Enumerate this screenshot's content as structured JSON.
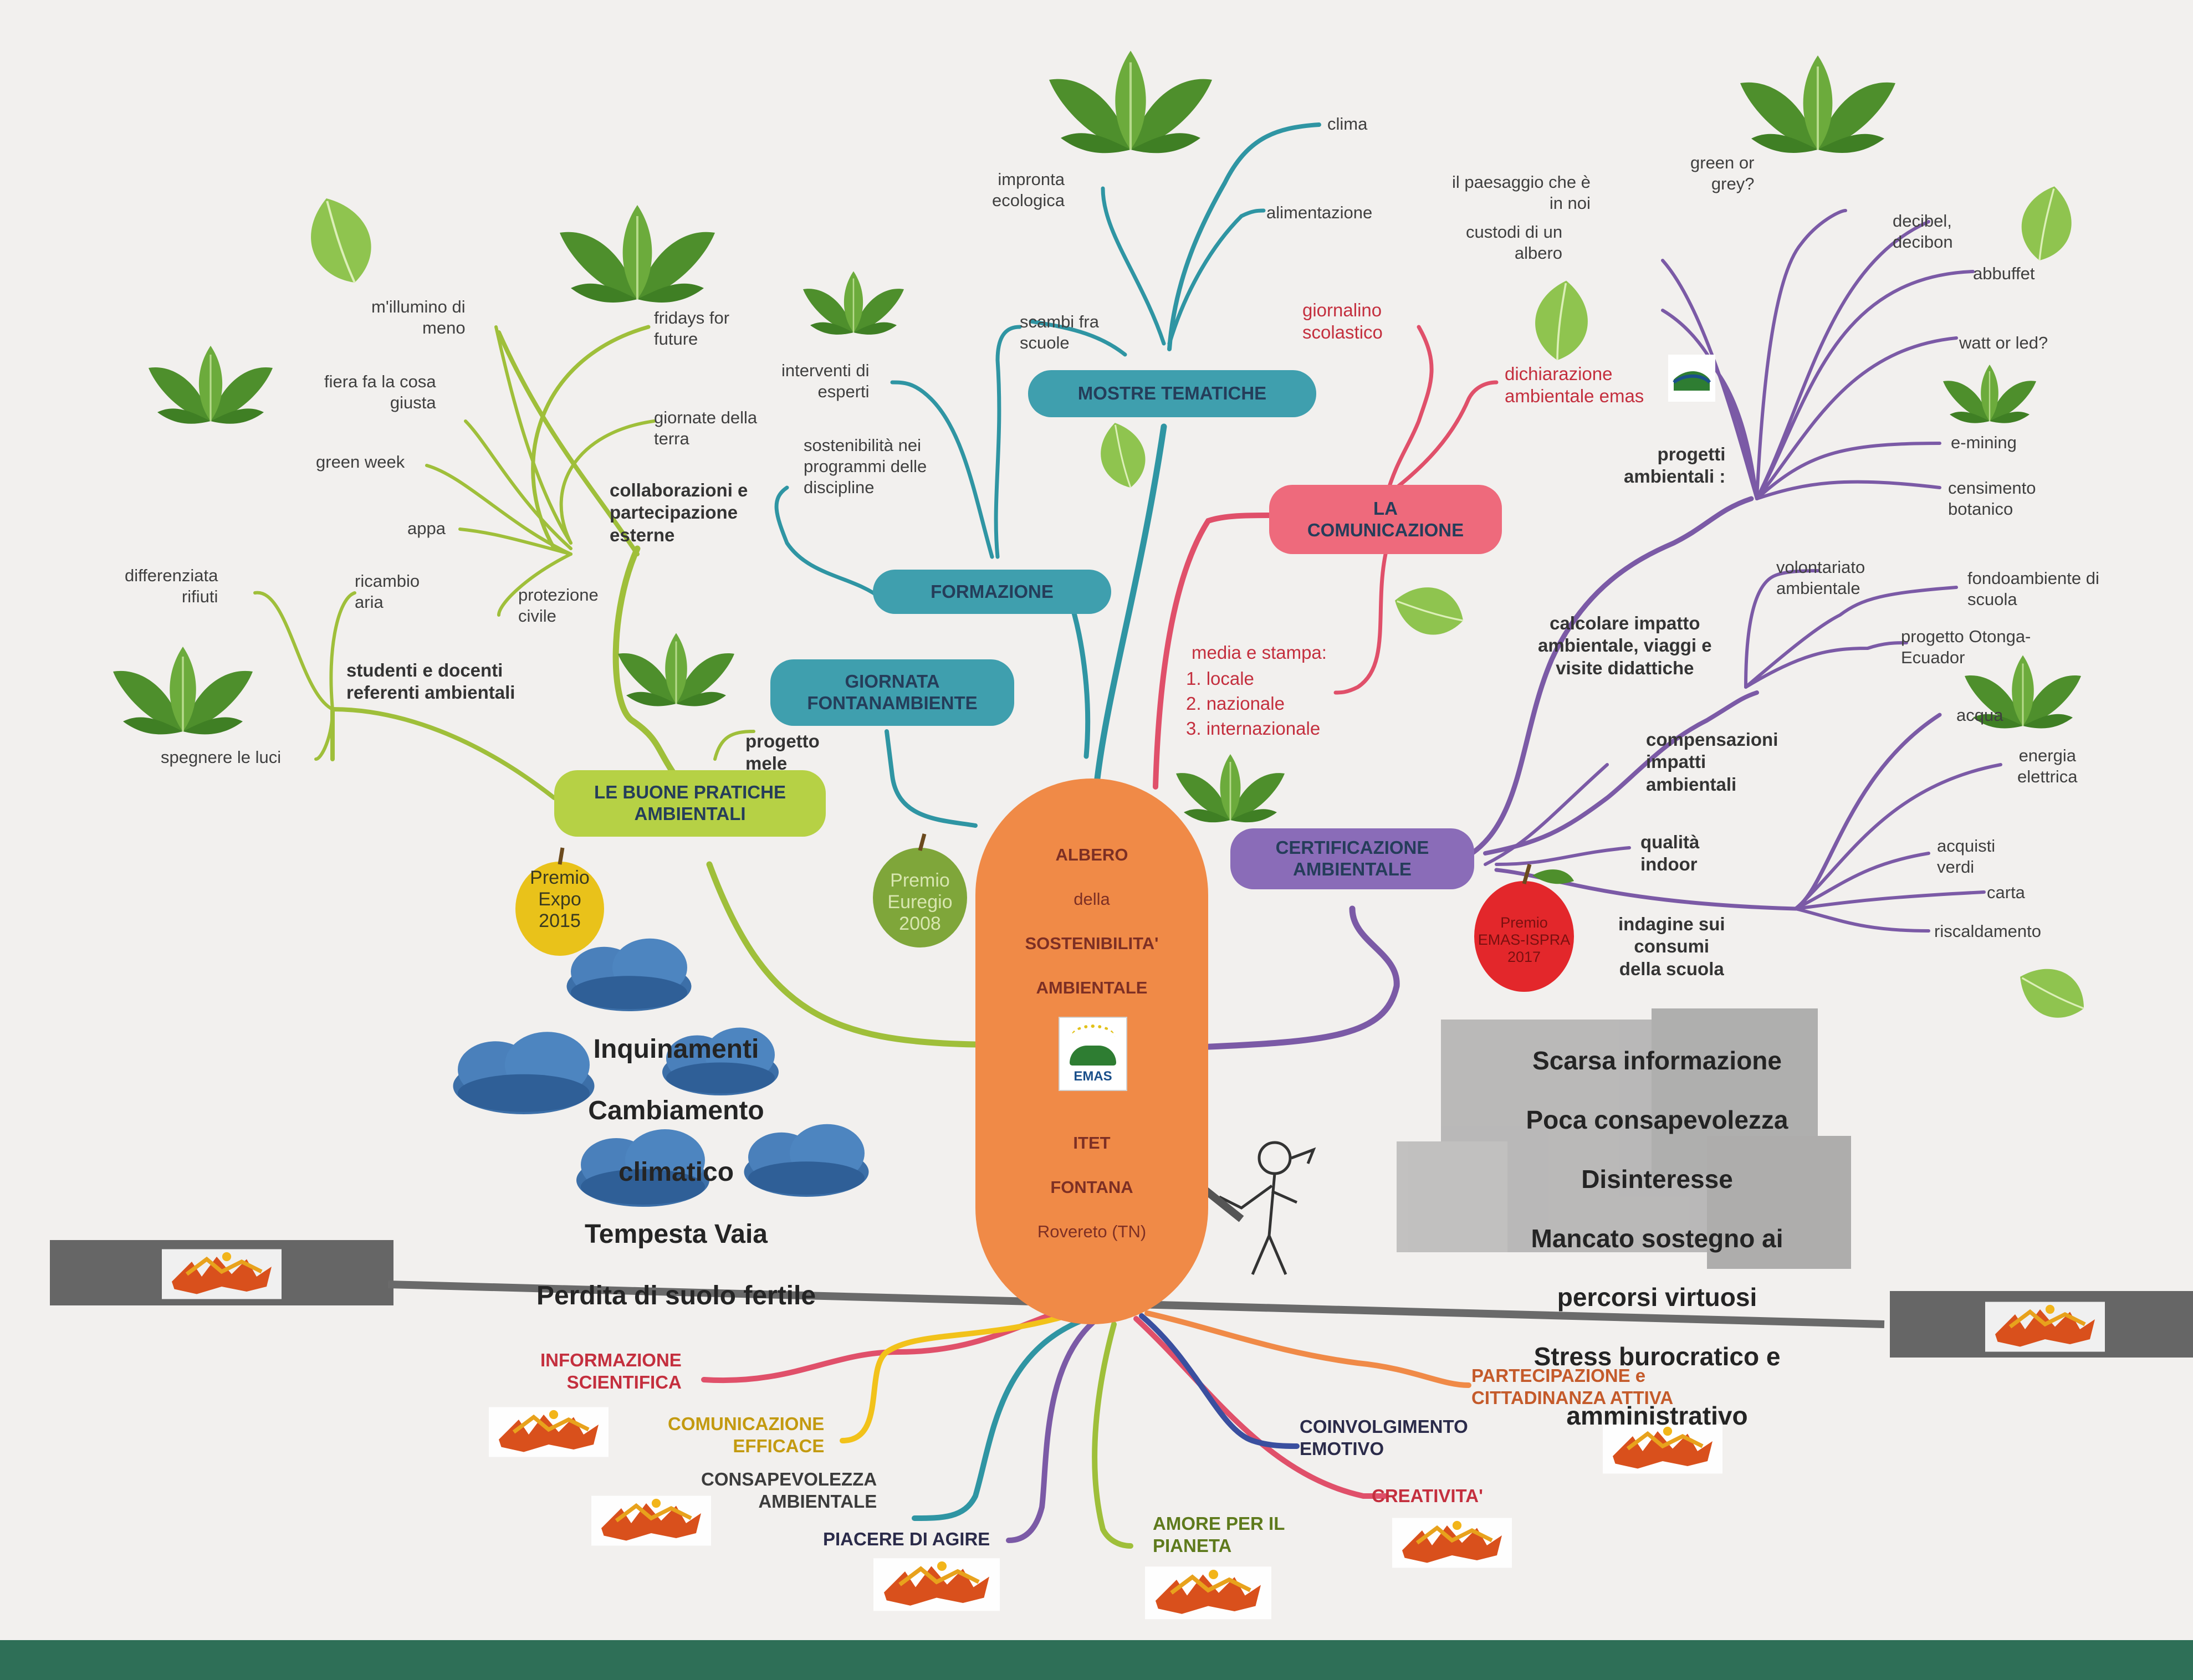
{
  "colors": {
    "green_branch": "#9fbf3a",
    "teal_branch": "#2f95a3",
    "pink_branch": "#e0506a",
    "purple_branch": "#7b5aa6",
    "trunk": "#f08a47",
    "green_pill": "#b6d145",
    "teal_pill": "#3f9fae",
    "pink_pill": "#ee6a7c",
    "purple_pill": "#8a6cb8"
  },
  "icons": {
    "leaf": "leaf-icon",
    "emas": "emas-logo-icon",
    "cloud": "cloud-icon",
    "apple": "apple-icon",
    "maple_leaves": "maple-leaves-icon",
    "lumberjack": "lumberjack-chainsaw-icon"
  },
  "trunk": {
    "line1": "ALBERO",
    "line2": "della",
    "line3": "SOSTENIBILITA'",
    "line4": "AMBIENTALE",
    "emas_label": "EMAS",
    "line5": "ITET",
    "line6": "FONTANA",
    "line7": "Rovereto (TN)"
  },
  "branches": {
    "mostre": {
      "title": "MOSTRE TEMATICHE",
      "items": [
        "clima",
        "impronta\necologica",
        "alimentazione",
        "scambi fra\nscuole"
      ]
    },
    "formazione": {
      "title": "FORMAZIONE",
      "items": [
        "interventi di\nesperti",
        "sostenibilità nei\nprogrammi delle\ndiscipline"
      ]
    },
    "giornata": {
      "title": "GIORNATA\nFONTANAMBIENTE"
    },
    "comunicazione": {
      "title": "LA\nCOMUNICAZIONE",
      "items": [
        "giornalino\nscolastico",
        "dichiarazione\nambientale emas"
      ],
      "media_title": "media e stampa:",
      "media_list": [
        "1.  locale",
        "2.  nazionale",
        "3.  internazionale"
      ]
    },
    "buone_pratiche": {
      "title": "LE BUONE PRATICHE\nAMBIENTALI",
      "items": [
        "m'illumino di\nmeno",
        "fridays for\nfuture",
        "fiera fa la cosa\ngiusta",
        "giornate della\nterra",
        "green week",
        "appa",
        "protezione\ncivile",
        "differenziata\nrifiuti",
        "ricambio\naria",
        "spegnere le luci",
        "progetto\nmele"
      ],
      "bold_items": [
        "collaborazioni e\npartecipazione\nesterne",
        "studenti e docenti\nreferenti ambientali"
      ]
    },
    "certificazione": {
      "title": "CERTIFICAZIONE\nAMBIENTALE",
      "bold_items": [
        "progetti\nambientali :",
        "calcolare impatto\nambientale, viaggi e\nvisite didattiche",
        "compensazioni\nimpatti\nambientali",
        "qualità\nindoor",
        "indagine sui\nconsumi\ndella scuola"
      ],
      "items": [
        "il paesaggio che è\nin noi",
        "green or\ngrey?",
        "custodi di un\nalbero",
        "decibel,\ndecibon",
        "abbuffet",
        "watt or led?",
        "e-mining",
        "censimento\nbotanico",
        "volontariato\nambientale",
        "fondoambiente di\nscuola",
        "progetto Otonga-\nEcuador",
        "acqua",
        "energia\nelettrica",
        "acquisti\nverdi",
        "carta",
        "riscaldamento"
      ]
    }
  },
  "awards": {
    "expo": "Premio\nExpo\n2015",
    "euregio": "Premio\nEuregio\n2008",
    "emas_ispra": "Premio\nEMAS-ISPRA\n2017"
  },
  "problems_left": [
    "Inquinamenti",
    "Cambiamento",
    "climatico",
    "Tempesta Vaia",
    "Perdita di suolo fertile"
  ],
  "problems_right": [
    "Scarsa informazione",
    "Poca consapevolezza",
    "Disinteresse",
    "Mancato sostegno ai",
    "percorsi virtuosi",
    "Stress burocratico e",
    "amministrativo"
  ],
  "roots": {
    "informazione": "INFORMAZIONE\nSCIENTIFICA",
    "comunicazione": "COMUNICAZIONE\nEFFICACE",
    "consapevolezza": "CONSAPEVOLEZZA\nAMBIENTALE",
    "piacere": "PIACERE DI AGIRE",
    "amore": "AMORE PER IL\nPIANETA",
    "creativita": "CREATIVITA'",
    "coinvolgimento": "COINVOLGIMENTO\nEMOTIVO",
    "partecipazione": "PARTECIPAZIONE e\nCITTADINANZA ATTIVA"
  }
}
